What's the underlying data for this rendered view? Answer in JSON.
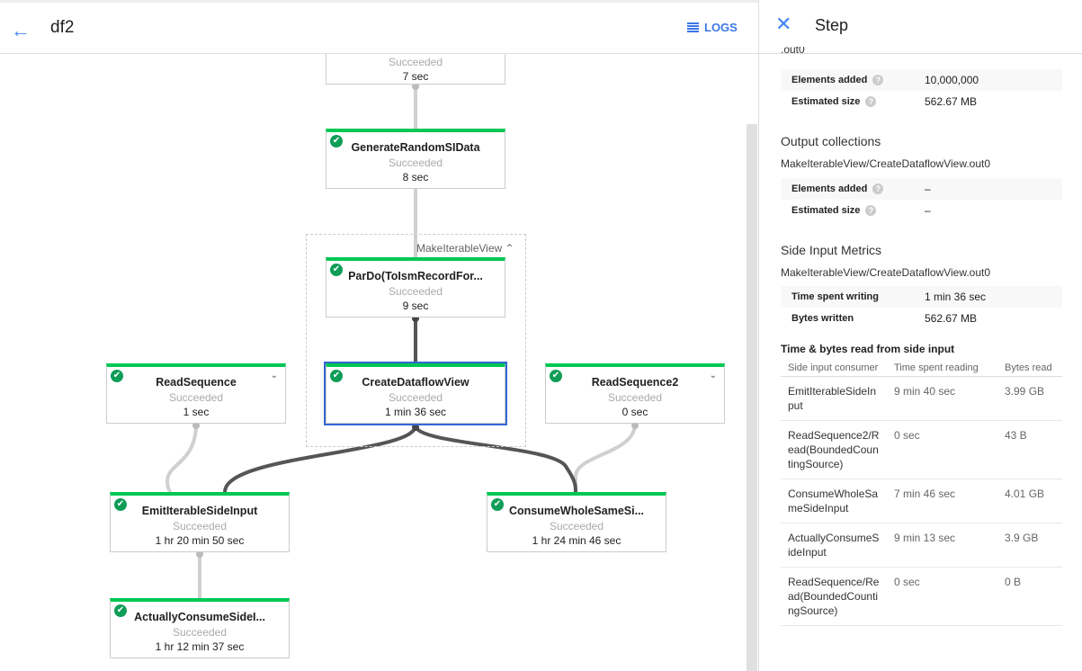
{
  "header": {
    "title": "df2",
    "logs_label": "LOGS"
  },
  "graph": {
    "group_label": "MakeIterableView",
    "nodes": [
      {
        "name": "",
        "status": "Succeeded",
        "duration": "7 sec"
      },
      {
        "name": "GenerateRandomSIData",
        "status": "Succeeded",
        "duration": "8 sec"
      },
      {
        "name": "ParDo(ToIsmRecordFor...",
        "status": "Succeeded",
        "duration": "9 sec"
      },
      {
        "name": "CreateDataflowView",
        "status": "Succeeded",
        "duration": "1 min 36 sec"
      },
      {
        "name": "ReadSequence",
        "status": "Succeeded",
        "duration": "1 sec"
      },
      {
        "name": "ReadSequence2",
        "status": "Succeeded",
        "duration": "0 sec"
      },
      {
        "name": "EmitIterableSideInput",
        "status": "Succeeded",
        "duration": "1 hr 20 min 50 sec"
      },
      {
        "name": "ConsumeWholeSameSi...",
        "status": "Succeeded",
        "duration": "1 hr 24 min 46 sec"
      },
      {
        "name": "ActuallyConsumeSideI...",
        "status": "Succeeded",
        "duration": "1 hr 12 min 37 sec"
      }
    ],
    "status_color": "#00c853",
    "selected_color": "#3367d6"
  },
  "panel": {
    "title": "Step",
    "input_tail": ".out0",
    "input_metrics": [
      {
        "label": "Elements added",
        "value": "10,000,000"
      },
      {
        "label": "Estimated size",
        "value": "562.67 MB"
      }
    ],
    "output_heading": "Output collections",
    "output_name": "MakeIterableView/CreateDataflowView.out0",
    "output_metrics": [
      {
        "label": "Elements added",
        "value": "–"
      },
      {
        "label": "Estimated size",
        "value": "–"
      }
    ],
    "side_heading": "Side Input Metrics",
    "side_name": "MakeIterableView/CreateDataflowView.out0",
    "side_metrics": [
      {
        "label": "Time spent writing",
        "value": "1 min 36 sec"
      },
      {
        "label": "Bytes written",
        "value": "562.67 MB"
      }
    ],
    "read_heading": "Time & bytes read from side input",
    "columns": [
      "Side input consumer",
      "Time spent reading",
      "Bytes read"
    ],
    "rows": [
      [
        "EmitIterableSideInput",
        "9 min 40 sec",
        "3.99 GB"
      ],
      [
        "ReadSequence2/Read(BoundedCountingSource)",
        "0 sec",
        "43 B"
      ],
      [
        "ConsumeWholeSameSideInput",
        "7 min 46 sec",
        "4.01 GB"
      ],
      [
        "ActuallyConsumeSideInput",
        "9 min 13 sec",
        "3.9 GB"
      ],
      [
        "ReadSequence/Read(BoundedCountingSource)",
        "0 sec",
        "0 B"
      ]
    ]
  }
}
